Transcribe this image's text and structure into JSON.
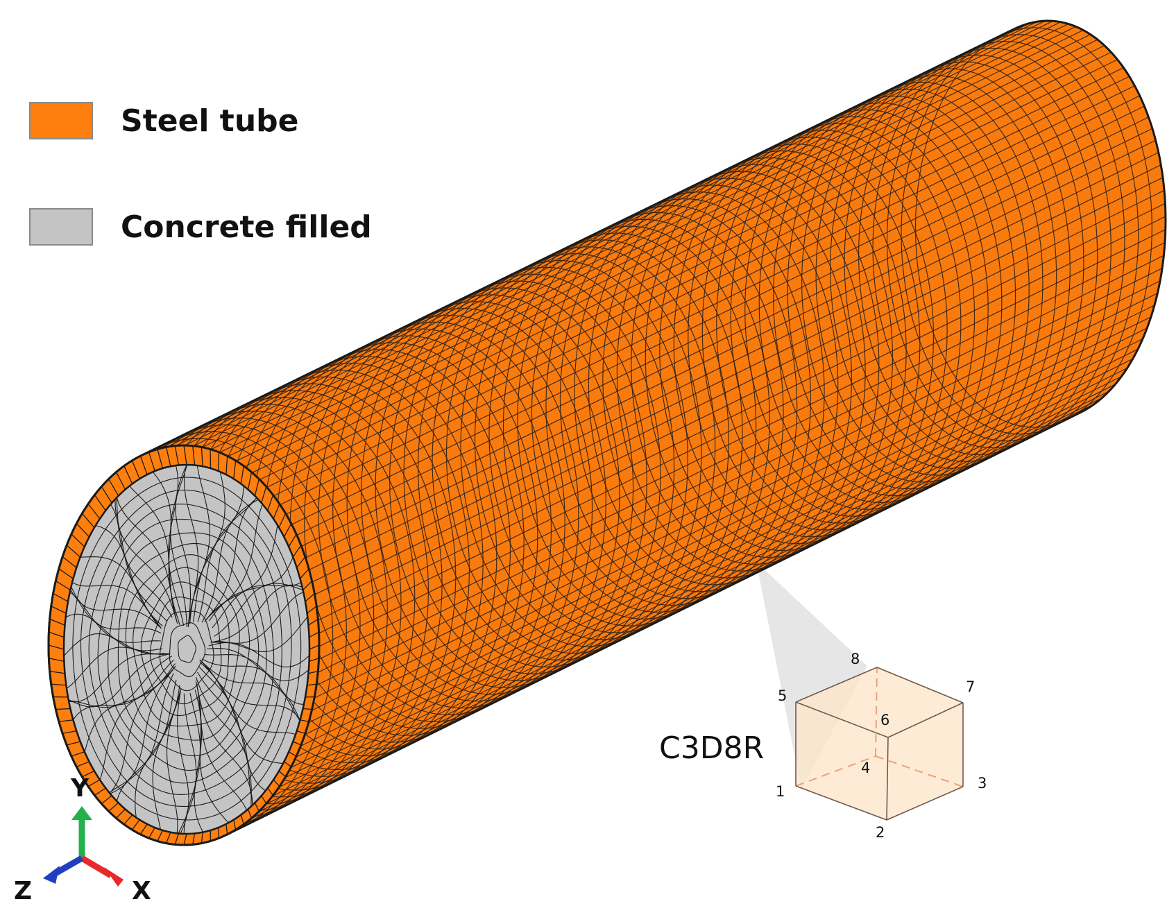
{
  "legend": [
    {
      "label": "Steel tube",
      "color": "#ff7f0e"
    },
    {
      "label": "Concrete filled",
      "color": "#c4c4c4"
    }
  ],
  "element": {
    "type_label": "C3D8R",
    "fill_color": "#fde5cc",
    "node_labels": [
      "1",
      "2",
      "3",
      "4",
      "5",
      "6",
      "7",
      "8"
    ]
  },
  "axes": {
    "y_label": "Y",
    "x_label": "X",
    "z_label": "Z",
    "y_color": "#22b14c",
    "x_color": "#e8282b",
    "z_color": "#1f3fbf"
  },
  "colors": {
    "steel": "#ff7f0e",
    "steel_dark": "#d96408",
    "concrete": "#c4c4c4",
    "mesh_line": "#1a1a1a",
    "callout": "#e2e2e2"
  }
}
